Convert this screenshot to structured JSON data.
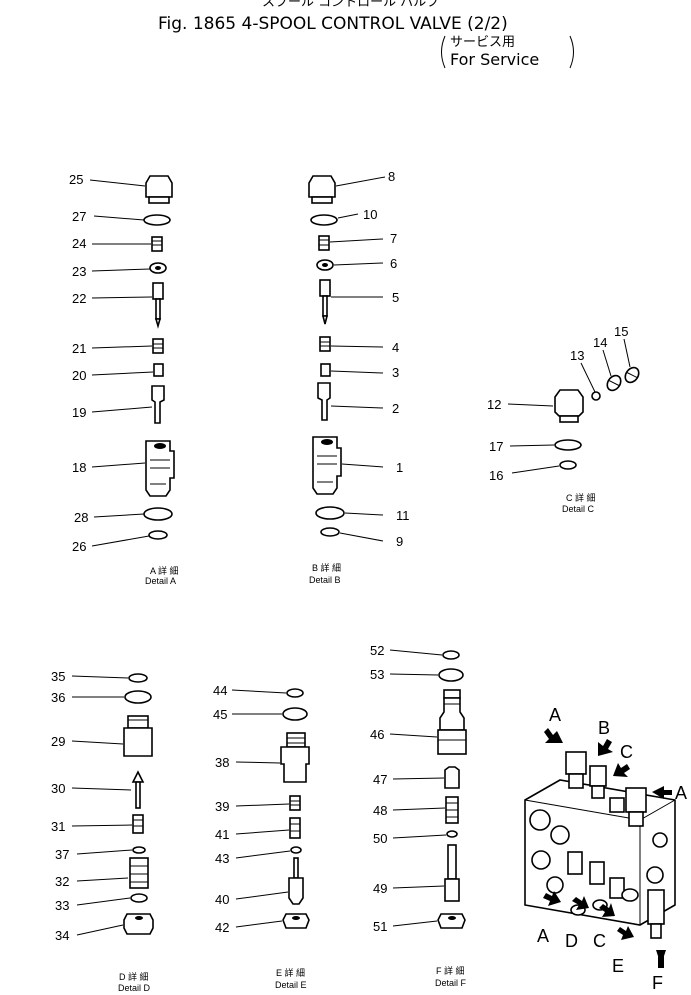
{
  "header": {
    "subtitle_jp": "スプール コントロール バルブ",
    "title": "Fig. 1865 4-SPOOL CONTROL VALVE (2/2)",
    "service_jp": "サービス用",
    "service_en": "For Service"
  },
  "details": {
    "a": {
      "jp": "A 詳 細",
      "en": "Detail A"
    },
    "b": {
      "jp": "B 詳 細",
      "en": "Detail B"
    },
    "c": {
      "jp": "C 詳 細",
      "en": "Detail C"
    },
    "d": {
      "jp": "D 詳 細",
      "en": "Detail D"
    },
    "e": {
      "jp": "E 詳 細",
      "en": "Detail E"
    },
    "f": {
      "jp": "F 詳 細",
      "en": "Detail F"
    }
  },
  "callouts": [
    "1",
    "2",
    "3",
    "4",
    "5",
    "6",
    "7",
    "8",
    "9",
    "10",
    "11",
    "12",
    "13",
    "14",
    "15",
    "16",
    "17",
    "18",
    "19",
    "20",
    "21",
    "22",
    "23",
    "24",
    "25",
    "26",
    "27",
    "28",
    "29",
    "30",
    "31",
    "32",
    "33",
    "34",
    "35",
    "36",
    "37",
    "38",
    "39",
    "40",
    "41",
    "42",
    "43",
    "44",
    "45",
    "46",
    "47",
    "48",
    "49",
    "50",
    "51",
    "52",
    "53"
  ],
  "assembly_letters": {
    "a_top": "A",
    "b": "B",
    "c_top": "C",
    "a_right": "A",
    "a_bottom": "A",
    "d": "D",
    "c_bottom": "C",
    "e": "E",
    "f": "F"
  }
}
